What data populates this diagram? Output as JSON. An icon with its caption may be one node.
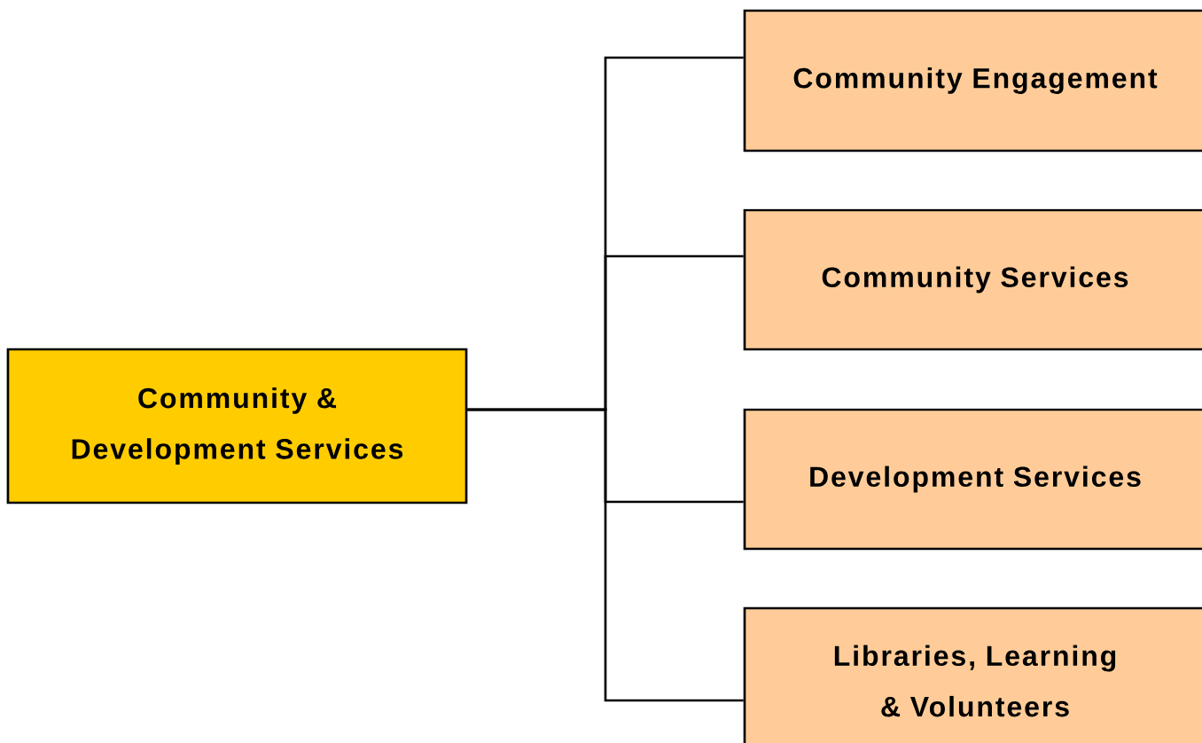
{
  "diagram": {
    "nodes": [
      {
        "text": [
          "Community & Development Services"
        ]
      },
      {
        "text": [
          "Community Engagement"
        ]
      },
      {
        "text": [
          "Community Services"
        ]
      },
      {
        "text": [
          "Development Services"
        ]
      },
      {
        "text": [
          "Libraries, Learning & Volunteers"
        ]
      }
    ],
    "edges": [
      {
        "from": 0,
        "to": 1,
        "arrow": "none"
      },
      {
        "from": 0,
        "to": 2,
        "arrow": "none"
      },
      {
        "from": 0,
        "to": 3,
        "arrow": "none"
      },
      {
        "from": 0,
        "to": 4,
        "arrow": "none"
      }
    ]
  }
}
